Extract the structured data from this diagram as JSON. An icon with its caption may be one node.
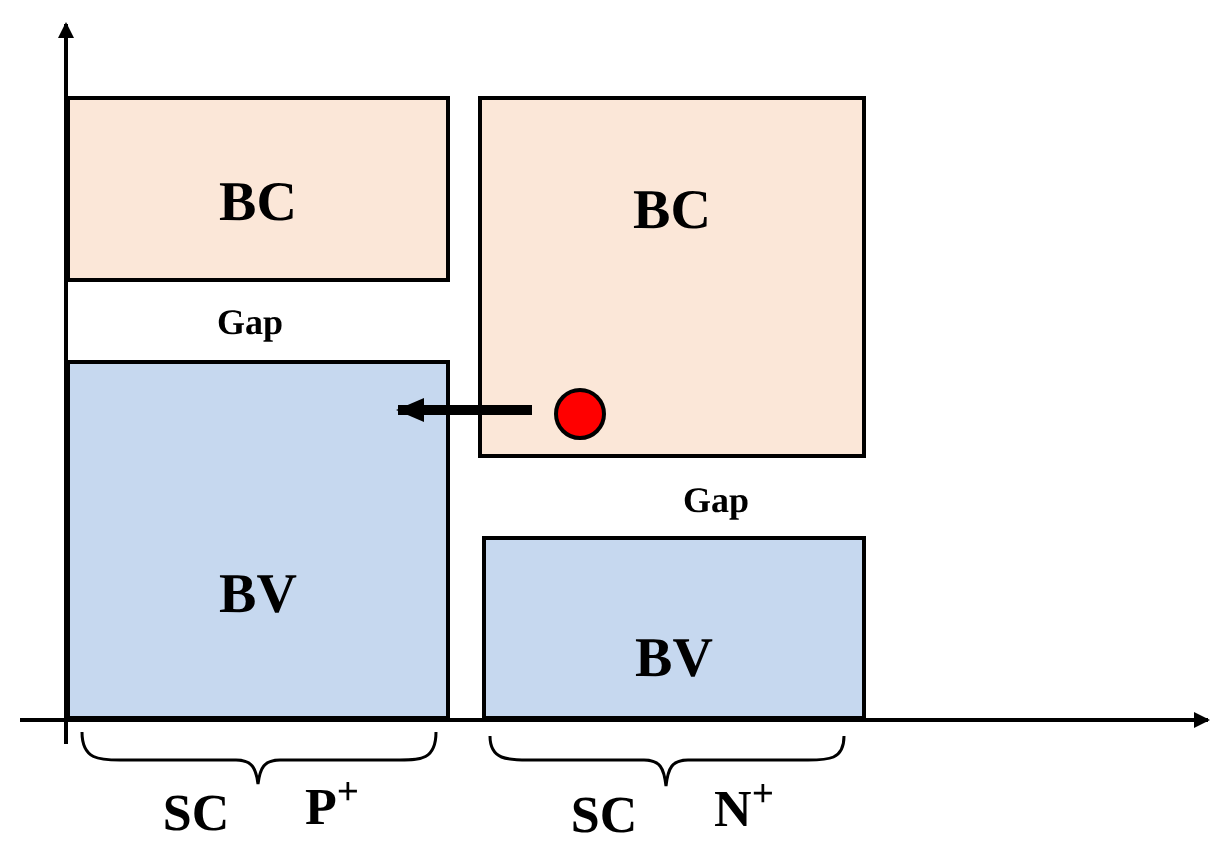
{
  "diagram": {
    "nodes": [
      {
        "text": [
          "BC"
        ]
      },
      {
        "text": [
          "BC"
        ]
      },
      {
        "text": [
          "BV"
        ]
      },
      {
        "text": [
          "BV"
        ]
      },
      {
        "text": [],
        "shape": "circle",
        "in": 1
      }
    ],
    "edges": [
      {
        "from": 4,
        "to": 2,
        "arrow": "to"
      }
    ],
    "labels": [
      "Gap",
      "Gap",
      "SC",
      "P$^{+}$",
      "SC",
      "N$^{+}$"
    ]
  }
}
